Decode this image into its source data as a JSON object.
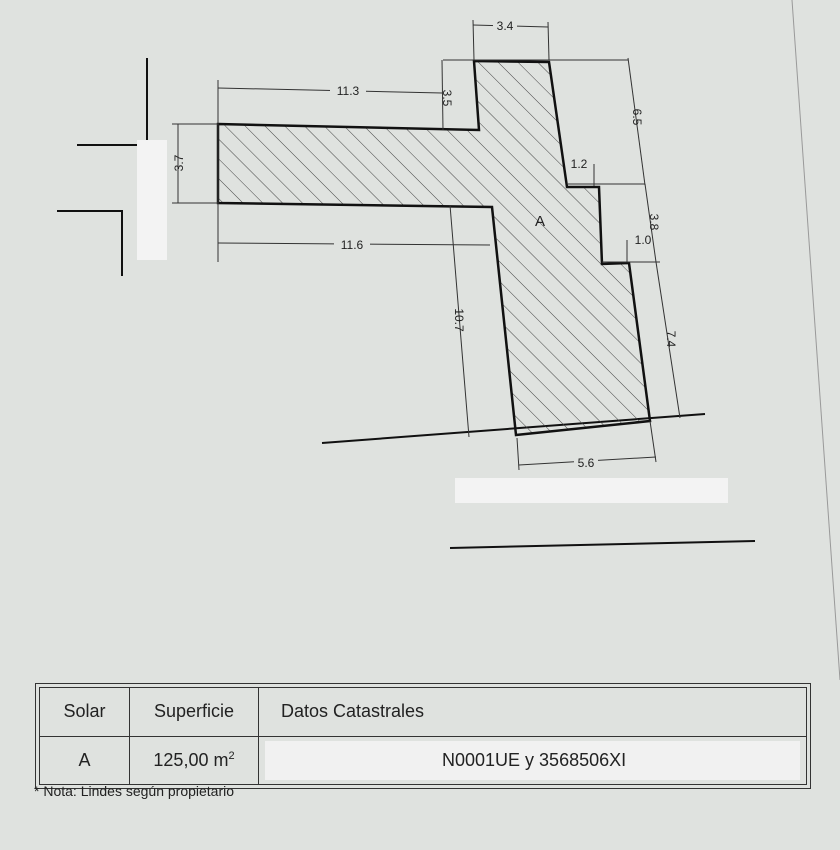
{
  "plan": {
    "area_label": "A",
    "dimensions": {
      "top_width": "3.4",
      "left_top_length": "11.3",
      "step_depth": "3.5",
      "right_top_height": "6.5",
      "right_offset_1": "1.2",
      "right_step_height": "3.8",
      "right_offset_2": "1.0",
      "right_lower_height": "7.4",
      "bottom_width": "5.6",
      "left_height": "3.7",
      "left_bottom_length": "11.6",
      "wing_height": "10.7"
    }
  },
  "table": {
    "headers": {
      "solar": "Solar",
      "superficie": "Superficie",
      "datos": "Datos Catastrales"
    },
    "row": {
      "solar": "A",
      "superficie": "125,00 m",
      "superficie_sup": "2",
      "referencia": "N0001UE y 3568506XI"
    }
  },
  "note": "* Nota: Lindes según propietario"
}
